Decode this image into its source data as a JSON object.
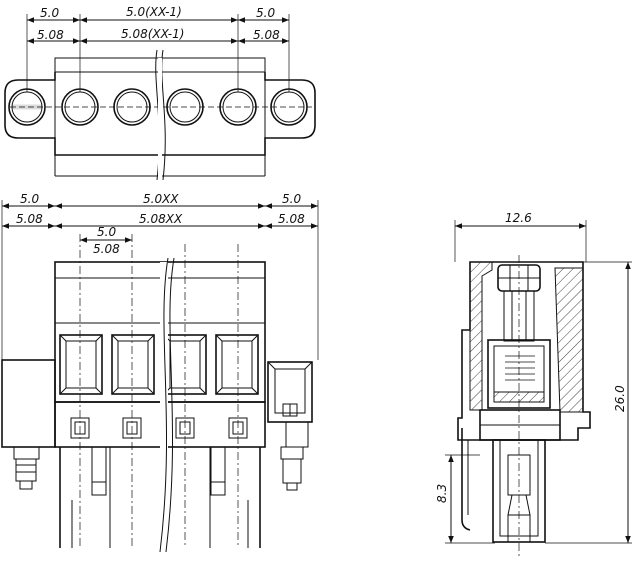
{
  "top_view": {
    "dim_left_a": "5.0",
    "dim_left_b": "5.08",
    "dim_mid_a": "5.0(XX-1)",
    "dim_mid_b": "5.08(XX-1)",
    "dim_right_a": "5.0",
    "dim_right_b": "5.08"
  },
  "front_view": {
    "dim_left_a": "5.0",
    "dim_left_b": "5.08",
    "dim_mid_a": "5.0XX",
    "dim_mid_b": "5.08XX",
    "dim_right_a": "5.0",
    "dim_right_b": "5.08",
    "dim_pitch_a": "5.0",
    "dim_pitch_b": "5.08"
  },
  "side_view": {
    "dim_width": "12.6",
    "dim_height": "26.0",
    "dim_pin": "8.3"
  }
}
